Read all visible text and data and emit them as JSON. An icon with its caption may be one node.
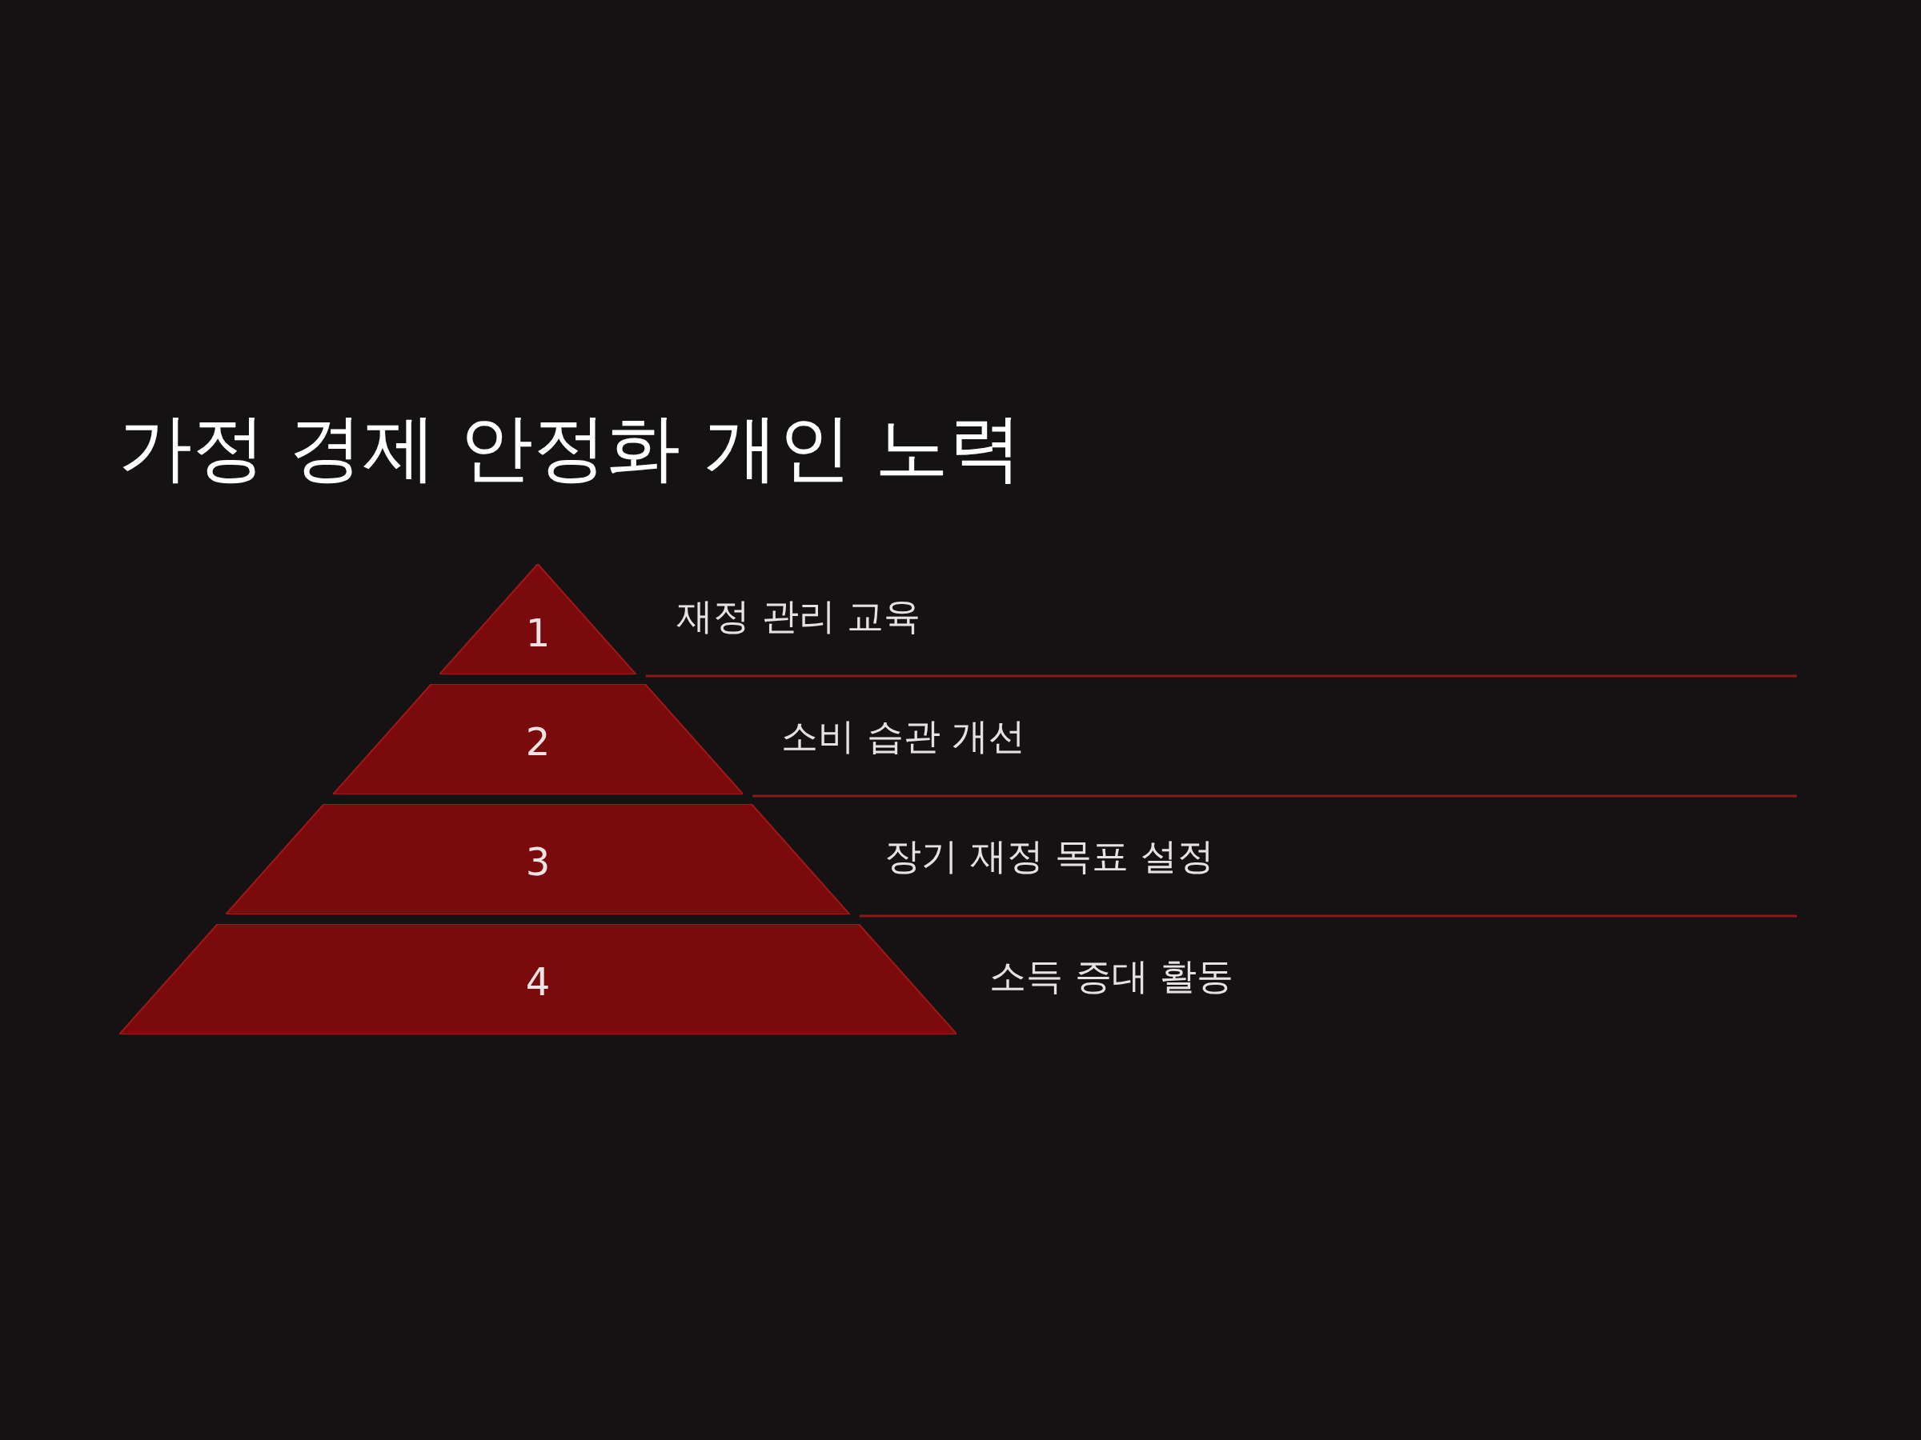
{
  "diagram": {
    "title": "가정 경제 안정화 개인 노력",
    "nodes": [
      {
        "text": [
          "1"
        ],
        "beside": [
          "재정 관리 교육"
        ]
      },
      {
        "text": [
          "2"
        ],
        "beside": [
          "소비 습관 개선"
        ]
      },
      {
        "text": [
          "3"
        ],
        "beside": [
          "장기 재정 목표 설정"
        ]
      },
      {
        "text": [
          "4"
        ],
        "beside": [
          "소득 증대 활동"
        ]
      }
    ],
    "edges": []
  }
}
